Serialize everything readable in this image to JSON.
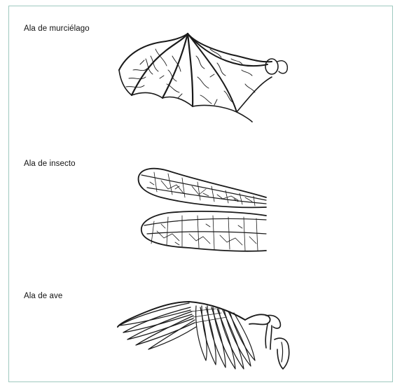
{
  "labels": {
    "bat": "Ala de murciélago",
    "insect": "Ala de insecto",
    "bird": "Ala de ave"
  },
  "colors": {
    "frame_border": "#9fc9bf",
    "ink": "#1a1a1a"
  }
}
